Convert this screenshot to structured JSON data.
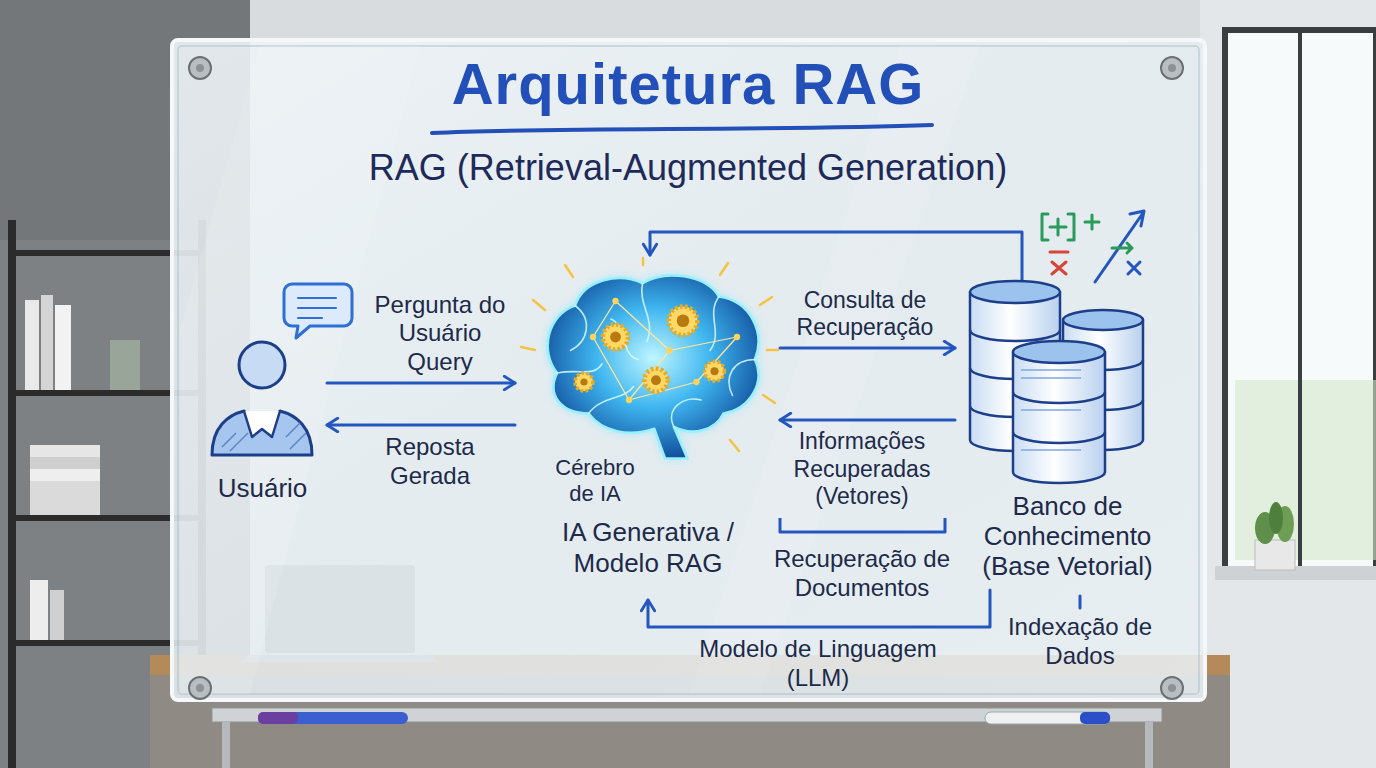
{
  "diagram": {
    "title": "Arquitetura RAG",
    "nodes": [
      {
        "text": [
          "Usuário"
        ]
      },
      {
        "text": [
          "Cérebro de IA",
          "IA Generativa / Modelo RAG"
        ]
      },
      {
        "text": [
          "Banco de Conhecimento (Base Vetorial)"
        ]
      }
    ],
    "edges": [
      {
        "from": 0,
        "to": 1,
        "label": "Pergunta do Usuário Query",
        "arrow": "to"
      },
      {
        "from": 1,
        "to": 0,
        "label": "Reposta Gerada",
        "arrow": "to"
      },
      {
        "from": 1,
        "to": 2,
        "label": "Consulta de Recuperação",
        "arrow": "to"
      },
      {
        "from": 2,
        "to": 1,
        "label": "Informações Recuperadas (Vetores)",
        "arrow": "to"
      },
      {
        "from": 2,
        "to": 1,
        "arrow": "to"
      },
      {
        "from": 2,
        "to": 1,
        "label": "Modelo de Linguagem (LLM)",
        "arrow": "to"
      }
    ],
    "labels": [
      "RAG (Retrieval-Augmented Generation)",
      "Recuperação de Documentos",
      "Indexação de Dados"
    ]
  }
}
